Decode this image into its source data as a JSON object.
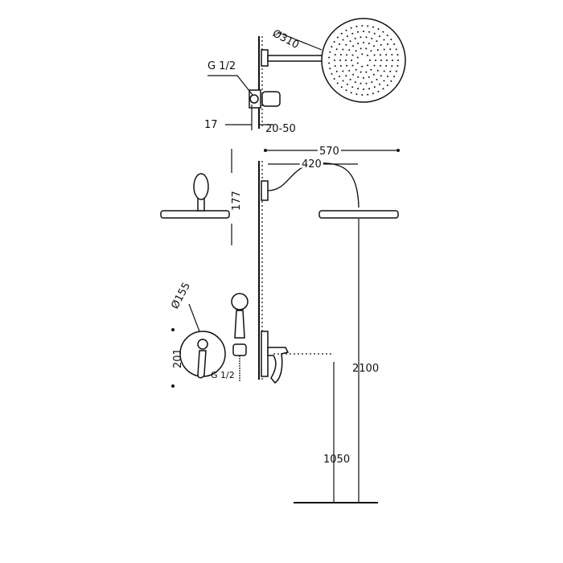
{
  "dimensions": {
    "rain_head_diameter": "Ø310",
    "inlet_thread_top": "G 1/2",
    "wall_plate_depth": "17",
    "recess_depth": "20-50",
    "total_projection": "570",
    "arm_projection": "420",
    "arm_height": "177",
    "mixer_plate_diameter": "Ø155",
    "mixer_height": "201",
    "inlet_thread_mixer": "G 1/2",
    "head_height": "2100",
    "mixer_floor_height": "1050"
  },
  "colors": {
    "line": "#111111",
    "background": "#ffffff"
  }
}
